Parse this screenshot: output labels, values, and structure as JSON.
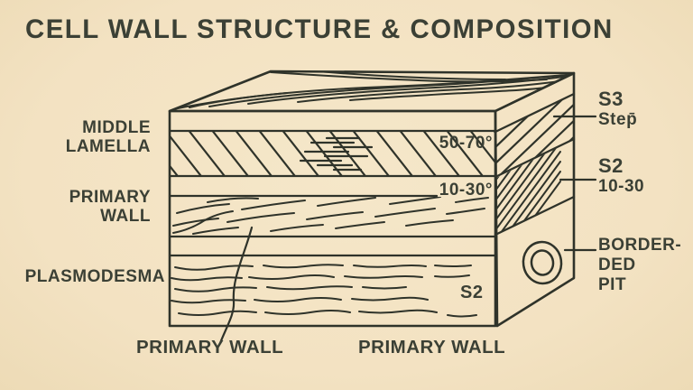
{
  "title": "CELL WALL STRUCTURE & COMPOSITION",
  "colors": {
    "bg": "#f3e2c2",
    "ink": "#2f332a",
    "text": "#3b4035"
  },
  "left_labels": {
    "middle_lamella": {
      "line1": "MIDDLE",
      "line2": "LAMELLA"
    },
    "primary_wall": {
      "line1": "PRIMARY",
      "line2": "WALL"
    },
    "plasmodesma": "PLASMODESMA"
  },
  "right_labels": {
    "s3": {
      "line1": "S3",
      "line2": "Step̄"
    },
    "s2": {
      "line1": "S2",
      "line2": "10-30"
    },
    "bordered_pit": {
      "line1": "BORDER-",
      "line2": "DED",
      "line3": "PIT"
    }
  },
  "layer_annotations": {
    "angle_top": "50-70°",
    "angle_mid": "10-30°",
    "s2": "S2"
  },
  "bottom_labels": {
    "left": "PRIMARY WALL",
    "right": "PRIMARY WALL"
  },
  "icons": {
    "bordered_pit_icon": "double-circle-pit",
    "plasmodesma_icon": "curved-channel-line"
  }
}
